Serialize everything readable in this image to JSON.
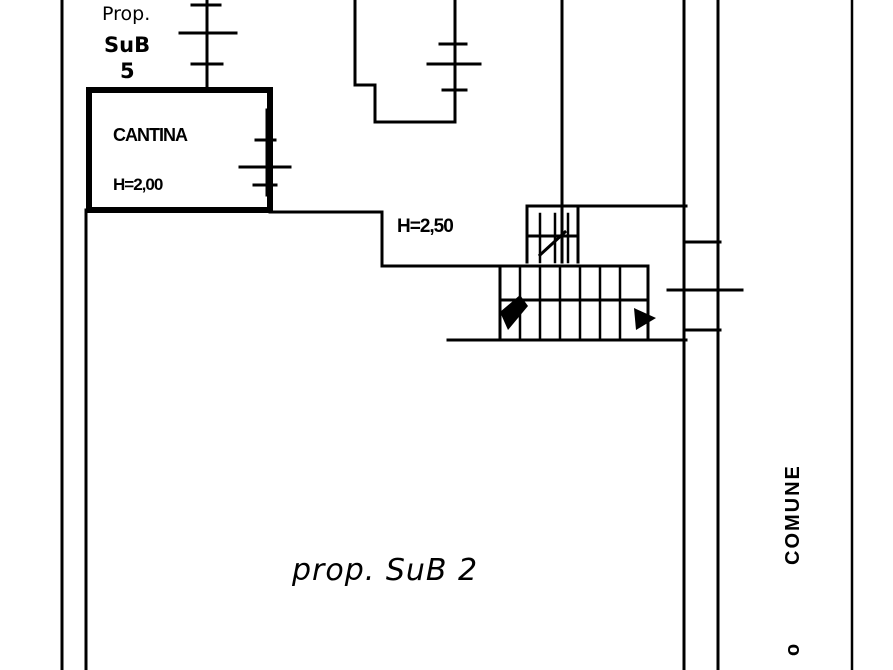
{
  "labels": {
    "prop_sub_5": [
      "Prop.",
      "SuB",
      "5"
    ],
    "cantina": "CANTINA",
    "cantina_height": "H=2,00",
    "stair_height": "H=2,50",
    "main_room": "prop. SuB 2",
    "common_area": "COMUNE",
    "common_area_cut": "o"
  },
  "colors": {
    "ink": "#000000",
    "paper": "#ffffff"
  }
}
